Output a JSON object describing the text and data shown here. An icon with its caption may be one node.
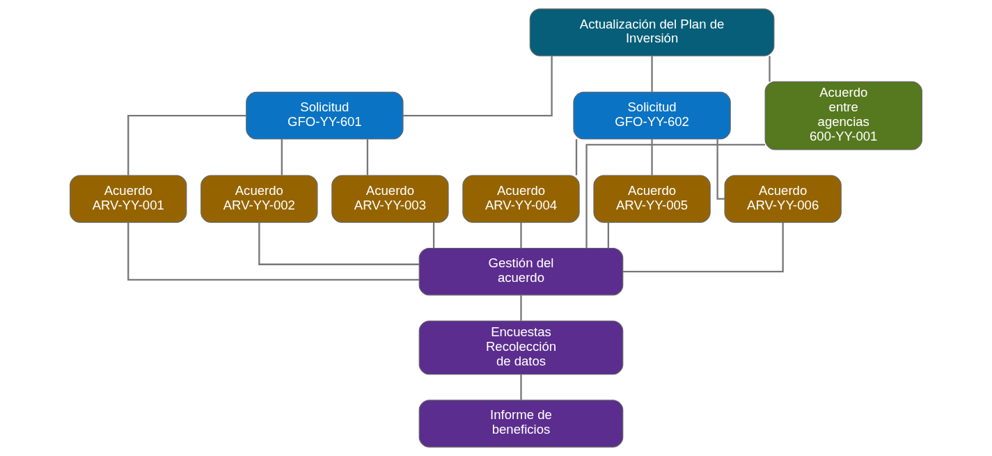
{
  "diagram": {
    "nodes": [
      {
        "text": [
          "Actualización del Plan de Inversión"
        ]
      },
      {
        "text": [
          "Solicitud GFO-YY-601"
        ]
      },
      {
        "text": [
          "Solicitud GFO-YY-602"
        ]
      },
      {
        "text": [
          "Acuerdo entre agencias 600-YY-001"
        ]
      },
      {
        "text": [
          "Acuerdo ARV-YY-001"
        ]
      },
      {
        "text": [
          "Acuerdo ARV-YY-002"
        ]
      },
      {
        "text": [
          "Acuerdo ARV-YY-003"
        ]
      },
      {
        "text": [
          "Acuerdo ARV-YY-004"
        ]
      },
      {
        "text": [
          "Acuerdo ARV-YY-005"
        ]
      },
      {
        "text": [
          "Acuerdo ARV-YY-006"
        ]
      },
      {
        "text": [
          "Gestión del acuerdo"
        ]
      },
      {
        "text": [
          "Encuestas Recolección de datos"
        ]
      },
      {
        "text": [
          "Informe de beneficios"
        ]
      }
    ],
    "edges": [
      {
        "from": 0,
        "to": 1,
        "arrow": "none"
      },
      {
        "from": 0,
        "to": 2,
        "arrow": "none"
      },
      {
        "from": 0,
        "to": 3,
        "arrow": "none"
      },
      {
        "from": 1,
        "to": 4,
        "arrow": "none"
      },
      {
        "from": 1,
        "to": 5,
        "arrow": "none"
      },
      {
        "from": 1,
        "to": 6,
        "arrow": "none"
      },
      {
        "from": 2,
        "to": 7,
        "arrow": "none"
      },
      {
        "from": 2,
        "to": 8,
        "arrow": "none"
      },
      {
        "from": 2,
        "to": 9,
        "arrow": "none"
      },
      {
        "from": 4,
        "to": 10,
        "arrow": "none"
      },
      {
        "from": 5,
        "to": 10,
        "arrow": "none"
      },
      {
        "from": 6,
        "to": 10,
        "arrow": "none"
      },
      {
        "from": 7,
        "to": 10,
        "arrow": "none"
      },
      {
        "from": 8,
        "to": 10,
        "arrow": "none"
      },
      {
        "from": 9,
        "to": 10,
        "arrow": "none"
      },
      {
        "from": 3,
        "to": 10,
        "arrow": "none"
      },
      {
        "from": 10,
        "to": 11,
        "arrow": "none"
      },
      {
        "from": 11,
        "to": 12,
        "arrow": "none"
      }
    ]
  }
}
